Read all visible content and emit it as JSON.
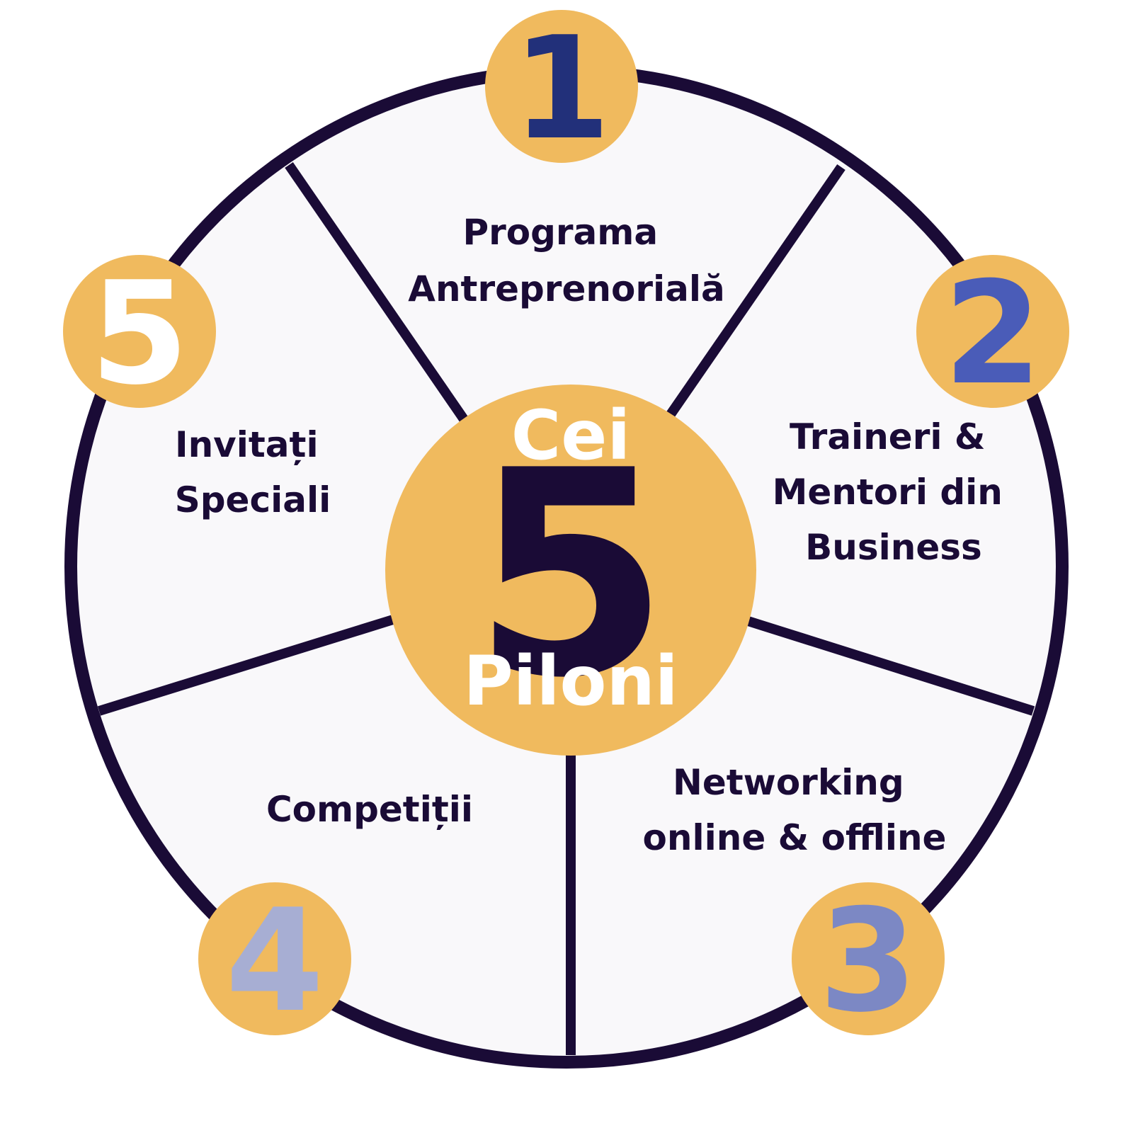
{
  "center": {
    "top_word": "Cei",
    "big_number": "5",
    "bottom_word": "Piloni"
  },
  "pillars": [
    {
      "number": "1",
      "lines": [
        "Programa",
        "Antreprenorială"
      ],
      "number_color": "#22307a"
    },
    {
      "number": "2",
      "lines": [
        "Traineri &",
        "Mentori din",
        "Business"
      ],
      "number_color": "#4a5cb8"
    },
    {
      "number": "3",
      "lines": [
        "Networking",
        "online & offline"
      ],
      "number_color": "#7c88c4"
    },
    {
      "number": "4",
      "lines": [
        "Competiții"
      ],
      "number_color": "#a7aed3"
    },
    {
      "number": "5",
      "lines": [
        "Invitați",
        "Speciali"
      ],
      "number_color": "#ffffff"
    }
  ],
  "colors": {
    "ring": "#1a0b36",
    "disc": "#f9f8fa",
    "accent": "#f0ba5e",
    "text": "#1a0b36",
    "center_words": "#ffffff"
  }
}
